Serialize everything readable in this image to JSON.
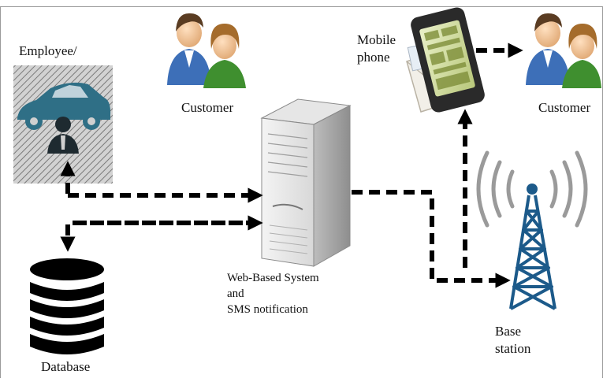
{
  "diagram": {
    "employee": {
      "label": "Employee/"
    },
    "customer_left": {
      "label": "Customer"
    },
    "customer_right": {
      "label": "Customer"
    },
    "mobile": {
      "label_line1": "Mobile",
      "label_line2": "phone"
    },
    "server": {
      "label_line1": "Web-Based System",
      "label_line2": "and",
      "label_line3": "SMS notification"
    },
    "base_station": {
      "label_line1": "Base",
      "label_line2": "station"
    },
    "database": {
      "label": "Database"
    }
  },
  "colors": {
    "arrow": "#000000",
    "car": "#2f6f86",
    "tower": "#1c5a8a",
    "hatch_bg": "#c9c9c9",
    "person_skin": "#f2c39a",
    "person_green": "#3f8f2f",
    "person_blue": "#3d6fb8"
  }
}
